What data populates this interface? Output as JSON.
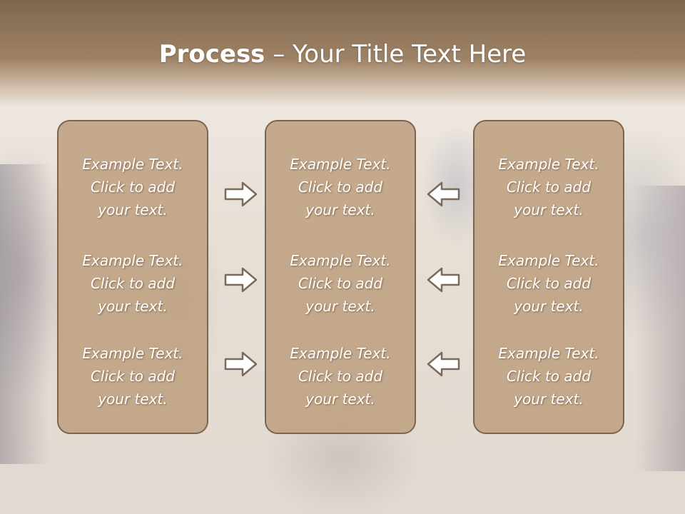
{
  "slide": {
    "title_bold": "Process",
    "title_rest": " – Your Title Text Here"
  },
  "columns": {
    "left": [
      "Example Text.\nClick  to add\nyour text.",
      "Example Text.\nClick  to add\nyour text.",
      "Example Text.\nClick  to add\nyour text."
    ],
    "center": [
      "Example Text.\nClick  to add\nyour text.",
      "Example Text.\nClick  to add\nyour text.",
      "Example Text.\nClick  to add\nyour text."
    ],
    "right": [
      "Example Text.\nClick  to add\nyour text.",
      "Example Text.\nClick  to add\nyour text.",
      "Example Text.\nClick  to add\nyour text."
    ]
  },
  "arrows": {
    "left_to_center": "right-arrow-icon",
    "right_to_center": "left-arrow-icon"
  },
  "colors": {
    "header": "#8f735a",
    "box_fill": "#bea082",
    "box_border": "#7c654f",
    "text": "#ffffff"
  }
}
